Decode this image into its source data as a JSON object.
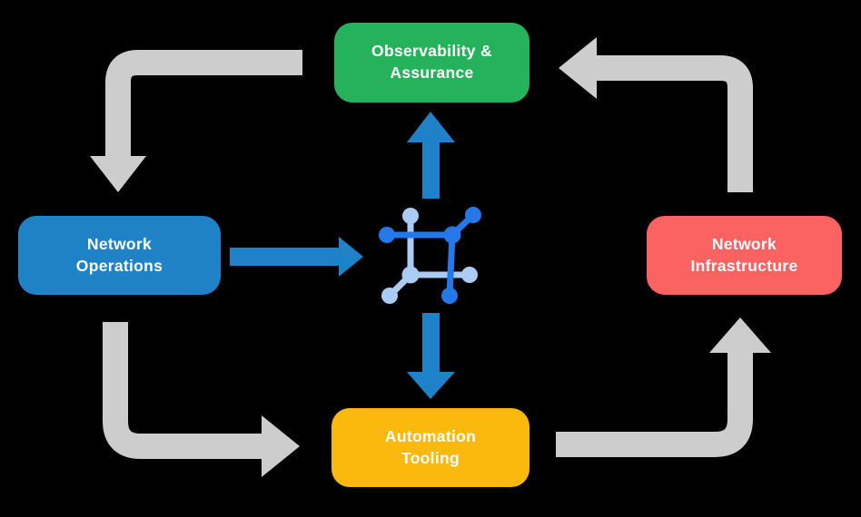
{
  "nodes": {
    "observability": {
      "label": "Observability &\nAssurance"
    },
    "operations": {
      "label": "Network\nOperations"
    },
    "infrastructure": {
      "label": "Network\nInfrastructure"
    },
    "tooling": {
      "label": "Automation\nTooling"
    }
  },
  "icons": {
    "center": "network-mesh-icon"
  },
  "colors": {
    "background": "#000000",
    "text": "#FFFFFF",
    "observability": "#26B25A",
    "operations": "#2082C6",
    "infrastructure": "#FB6262",
    "tooling": "#FBB90E",
    "arrow_gray": "#CDCDCD",
    "arrow_blue": "#1F82C8",
    "icon_dark": "#2478E8",
    "icon_light": "#A9CBF4"
  }
}
